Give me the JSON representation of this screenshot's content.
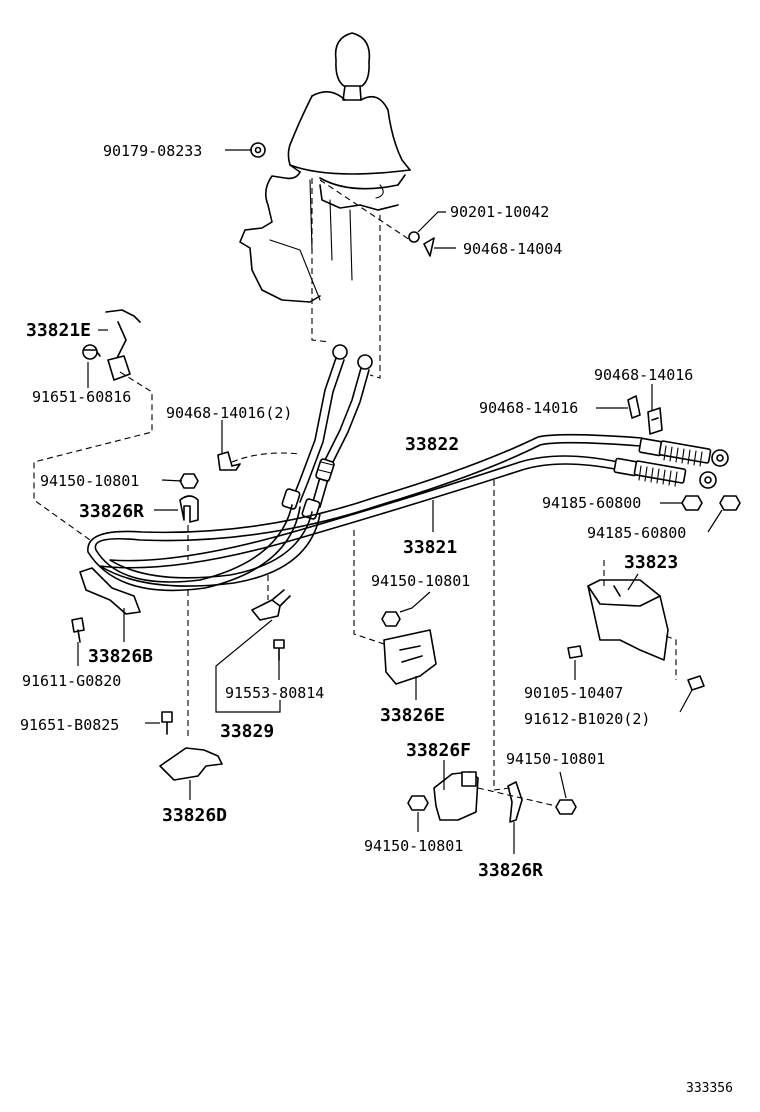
{
  "figure_id": "333356",
  "labels": {
    "p_90179_08233": "90179-08233",
    "p_90201_10042": "90201-10042",
    "p_90468_14004": "90468-14004",
    "p_33821E": "33821E",
    "p_91651_60816": "91651-60816",
    "p_90468_14016_2": "90468-14016(2)",
    "p_90468_14016_a": "90468-14016",
    "p_90468_14016_b": "90468-14016",
    "p_94150_10801_a": "94150-10801",
    "p_33822": "33822",
    "p_94185_60800_a": "94185-60800",
    "p_94185_60800_b": "94185-60800",
    "p_33826R_a": "33826R",
    "p_33821": "33821",
    "p_94150_10801_b": "94150-10801",
    "p_33823": "33823",
    "p_33826B": "33826B",
    "p_91611_G0820": "91611-G0820",
    "p_91553_80814": "91553-80814",
    "p_90105_10407": "90105-10407",
    "p_33826E": "33826E",
    "p_91612_B1020_2": "91612-B1020(2)",
    "p_91651_B0825": "91651-B0825",
    "p_33829": "33829",
    "p_33826F": "33826F",
    "p_94150_10801_c": "94150-10801",
    "p_33826D": "33826D",
    "p_94150_10801_d": "94150-10801",
    "p_33826R_b": "33826R"
  }
}
